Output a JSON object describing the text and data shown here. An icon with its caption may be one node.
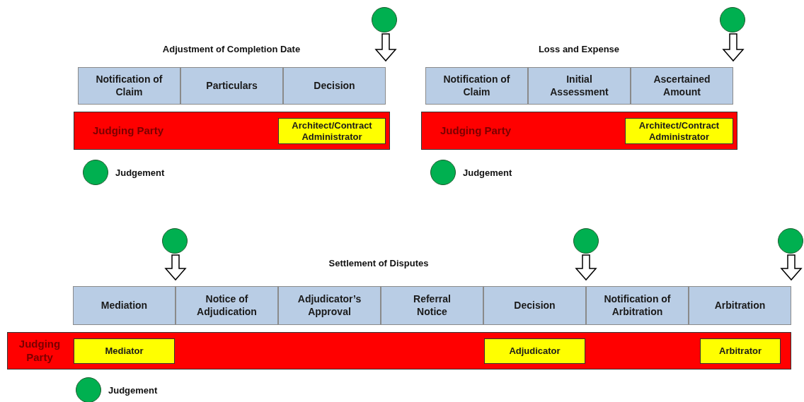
{
  "diagram": {
    "nodes": [
      {
        "text": [],
        "shape": "circle"
      },
      {
        "text": [
          "Notification of Claim"
        ]
      },
      {
        "text": [
          "Particulars"
        ]
      },
      {
        "text": [
          "Decision"
        ]
      },
      {
        "text": [
          "Judging Party"
        ]
      },
      {
        "text": [
          "Architect/Contract Administrator"
        ],
        "in": 4
      },
      {
        "text": [],
        "shape": "circle"
      },
      {
        "text": [
          "Notification of Claim"
        ]
      },
      {
        "text": [
          "Initial Assessment"
        ]
      },
      {
        "text": [
          "Ascertained Amount"
        ]
      },
      {
        "text": [
          "Judging Party"
        ]
      },
      {
        "text": [
          "Architect/Contract Administrator"
        ],
        "in": 10
      },
      {
        "text": [],
        "shape": "circle"
      },
      {
        "text": [],
        "shape": "circle"
      },
      {
        "text": [],
        "shape": "circle"
      },
      {
        "text": [
          "Mediation"
        ]
      },
      {
        "text": [
          "Notice of Adjudication"
        ]
      },
      {
        "text": [
          "Adjudicator’s Approval"
        ]
      },
      {
        "text": [
          "Referral Notice"
        ]
      },
      {
        "text": [
          "Decision"
        ]
      },
      {
        "text": [
          "Notification of Arbitration"
        ]
      },
      {
        "text": [
          "Arbitration"
        ]
      },
      {
        "text": [
          "Judging Party"
        ]
      },
      {
        "text": [
          "Mediator"
        ],
        "in": 22
      },
      {
        "text": [
          "Adjudicator"
        ],
        "in": 22
      },
      {
        "text": [
          "Arbitrator"
        ],
        "in": 22
      }
    ],
    "edges": [
      {
        "from": 0,
        "to": 3,
        "arrow": "to"
      },
      {
        "from": 6,
        "to": 9,
        "arrow": "to"
      },
      {
        "from": 12,
        "to": 15,
        "arrow": "to"
      },
      {
        "from": 13,
        "to": 19,
        "arrow": "to"
      },
      {
        "from": 14,
        "to": 21,
        "arrow": "to"
      }
    ],
    "labels": [
      "Adjustment of Completion Date",
      "Loss and Expense",
      "Settlement of Disputes"
    ],
    "legend": [
      {
        "text": "Judgement"
      },
      {
        "text": "Judgement"
      },
      {
        "text": "Judgement"
      }
    ]
  }
}
